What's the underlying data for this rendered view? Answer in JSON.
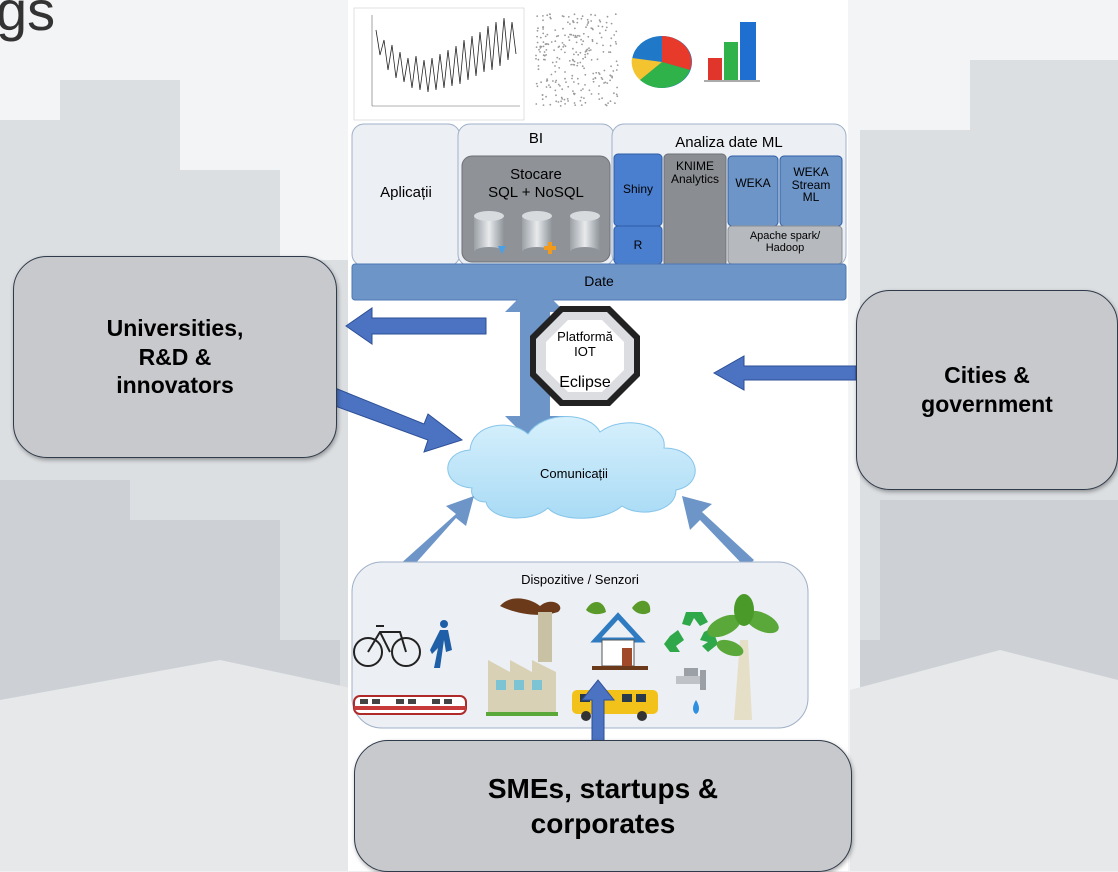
{
  "corner_text": "gs",
  "labels": {
    "aplicatii": "Aplicații",
    "bi": "BI",
    "analiza": "Analiza date ML",
    "stocare": "Stocare\nSQL + NoSQL",
    "shiny": "Shiny",
    "r": "R",
    "knime": "KNIME\nAnalytics",
    "weka": "WEKA",
    "weka_stream": "WEKA\nStream\nML",
    "spark": "Apache spark/\nHadoop",
    "date": "Date",
    "platforma": "Platformă\nIOT",
    "eclipse": "Eclipse",
    "comunicatii": "Comunicații",
    "dispozitive": "Dispozitive / Senzori"
  },
  "callouts": {
    "universities": "Universities,\nR&D &\ninnovators",
    "cities": "Cities &\ngovernment",
    "smes": "SMEs, startups &\ncorporates"
  },
  "colors": {
    "layer_fill": "#e8ebf0",
    "blue_box": "#4a7fcf",
    "date_bar": "#6d95c8",
    "arrow": "#4c73c2",
    "cloud": "#bfe4f8",
    "callout_fill": "#c7c9cc"
  },
  "icons": [
    "line-chart-icon",
    "scatter-plot-icon",
    "pie-chart-icon",
    "bar-chart-icon",
    "database-icon",
    "bicycle-icon",
    "pedestrian-icon",
    "train-icon",
    "factory-icon",
    "house-icon",
    "bus-icon",
    "recycle-icon",
    "water-tap-icon",
    "tree-icon"
  ]
}
